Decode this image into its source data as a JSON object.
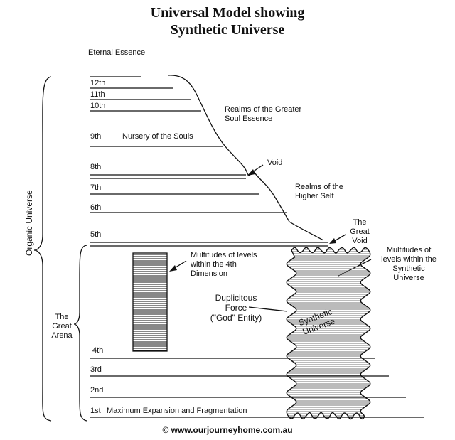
{
  "title": {
    "line1": "Universal Model showing",
    "line2": "Synthetic Universe"
  },
  "labels": {
    "eternal_essence": "Eternal Essence",
    "organic_universe": "Organic Universe",
    "great_arena": [
      "The",
      "Great",
      "Arena"
    ],
    "nursery": "Nursery of the Souls",
    "realms_greater": [
      "Realms of the Greater",
      "Soul Essence"
    ],
    "void": "Void",
    "realms_higher": [
      "Realms of the",
      "Higher Self"
    ],
    "great_void": [
      "The",
      "Great",
      "Void"
    ],
    "multitudes_4th": [
      "Multitudes of levels",
      "within the 4th",
      "Dimension"
    ],
    "multitudes_synthetic": [
      "Multitudes of",
      "levels within the",
      "Synthetic",
      "Universe"
    ],
    "duplicitous": [
      "Duplicitous",
      "Force",
      "(\"God\" Entity)"
    ],
    "synthetic_universe": [
      "Synthetic",
      "Universe"
    ],
    "max_expansion": "Maximum Expansion and Fragmentation",
    "copyright": "© www.ourjourneyhome.com.au"
  },
  "levels": [
    "12th",
    "11th",
    "10th",
    "9th",
    "8th",
    "7th",
    "6th",
    "5th",
    "4th",
    "3rd",
    "2nd",
    "1st"
  ]
}
